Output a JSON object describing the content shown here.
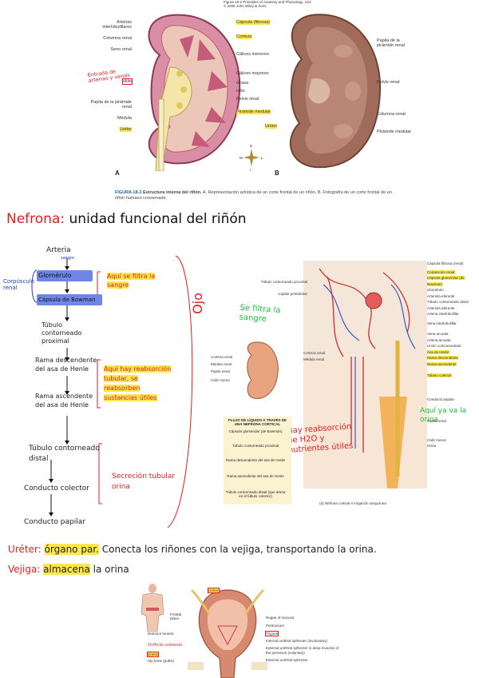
{
  "header": {
    "source_line1": "Figura 18-2 Principles of Anatomy and Physiology, 11/e",
    "source_line2": "© 2006 John Wiley & Sons"
  },
  "kidney_figure": {
    "left_labels": [
      "Arterias interlobulillares",
      "Columna renal",
      "Seno renal",
      "Hilio",
      "Papila de la pirámide renal",
      "Médula",
      "Uréter"
    ],
    "center_labels": [
      "Cápsula (fibrosa)",
      "Corteza",
      "Cálices menores",
      "Cálices mayores",
      "Grasa",
      "Hilio",
      "Pelvis renal",
      "Pirámide medular",
      "Uréter"
    ],
    "right_labels": [
      "Papila de la pirámide renal",
      "Pelvis renal",
      "Columna renal",
      "Pirámide medular"
    ],
    "annotation": "Entrada de arterias y venas",
    "panel_a": "A",
    "panel_b": "B",
    "compass": {
      "s": "S",
      "l": "L",
      "m": "M",
      "i": "I"
    },
    "caption_bold": "FIGURA 18-2",
    "caption_title": "Estructura interna del riñón.",
    "caption_text": "A. Representación artística de un corte frontal de un riñón. B. Fotografía de un corte frontal de un riñón humano conservado."
  },
  "nefrona": {
    "heading_term": "Nefrona:",
    "heading_def": "unidad funcional del riñón",
    "flow": [
      "Arteria",
      "Glomérulo",
      "Cápsula de Bowman",
      "Túbulo contorneado proximal",
      "Rama descendente del asa de Henle",
      "Rama ascendente del asa de Henle",
      "Túbulo contorneado distal",
      "Conducto colector",
      "Conducto papilar"
    ],
    "sangre_small": "sangre",
    "corpusculo": "Corpúsculo renal",
    "note1": "Aquí se filtra la sangre",
    "note2": "Aquí hay reabsorción tubular, se reabsorben sustancias útiles",
    "note3": "Secreción tubular orina",
    "side_word": "Ojo",
    "green_note1": "Se filtra la sangre",
    "green_note2": "Aquí ya va la orina",
    "red_note": "Hay reabsorción de H2O y nutrientes útiles"
  },
  "nephron_figure": {
    "right_labels": [
      "Cápsula fibrosa (renal)",
      "Corpúsculo renal:",
      "Cápsula glomerular (de Bowman)",
      "Glomérulo",
      "Arteriola eferente",
      "Túbulo contorneado distal",
      "Arteriola aferente",
      "Arteria interlobulillar",
      "Vena interlobulillar",
      "Vena arcuata",
      "Arteria arcuata",
      "Unión corticomedular",
      "Asa de Henle:",
      "Rama descendente",
      "Rama ascendente",
      "Túbulo colector",
      "Conducto papilar",
      "Papila renal",
      "Cáliz menor",
      "Orina"
    ],
    "left_labels": [
      "Túbulo contorneado proximal",
      "Capilar peritubular",
      "Corteza renal",
      "Médula renal"
    ],
    "mini_labels": [
      "Corteza renal",
      "Médula renal",
      "Papila renal",
      "Cáliz menor"
    ],
    "flow_title": "FLUJO DE LÍQUIDO A TRAVÉS DE UNA NEFRONA CORTICAL",
    "flow_steps": [
      "Cápsula glomerular (de Bowman)",
      "Túbulo contorneado proximal",
      "Rama descendente del asa de Henle",
      "Rama ascendente del asa de Henle",
      "Túbulo contorneado distal (que drena en el túbulo colector)"
    ],
    "caption": "(a) Nefrona cortical e irrigación sanguínea"
  },
  "ureter": {
    "term": "Uréter:",
    "def_highlight": "órgano par.",
    "def_rest": "Conecta los riñones con la vejiga, transportando la orina."
  },
  "vejiga": {
    "term": "Vejiga:",
    "def_highlight": "almacena",
    "def_rest": "la orina"
  },
  "bladder_figure": {
    "labels": [
      "Frontal plane",
      "Rugae of mucosa",
      "Peritoneum",
      "Detrusor muscle",
      "Trigone",
      "Internal urethral sphincter (involuntary)",
      "External urethral sphincter in deep muscles of the perineum (voluntary)",
      "Hip bone (pubis)",
      "External urethral sphincter"
    ],
    "notes": [
      "Uréter",
      "Orificio ureteral",
      "Uretra"
    ]
  }
}
